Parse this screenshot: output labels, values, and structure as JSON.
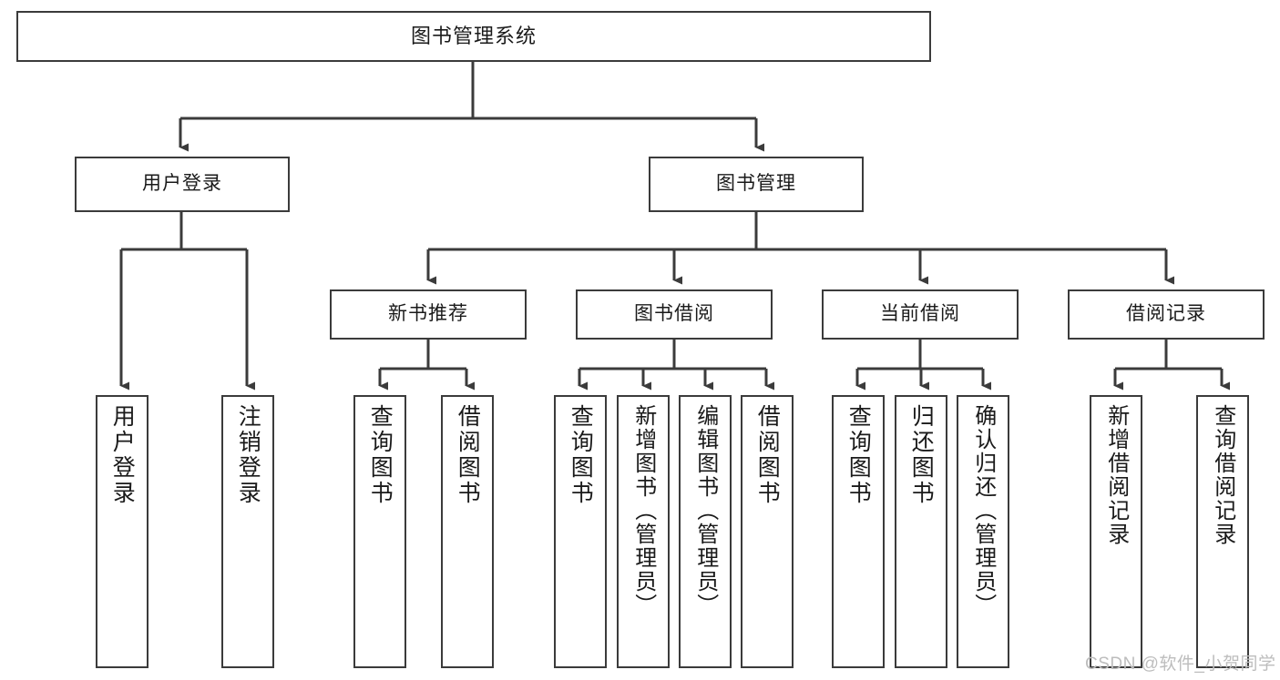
{
  "diagram": {
    "title": "图书管理系统",
    "type": "functional-structure-tree",
    "stroke_color": "#3b3b3b",
    "text_color": "#1a1a1a",
    "background_color": "#ffffff",
    "watermark_color": "#bdbdbd"
  },
  "watermark": {
    "text": "CSDN @软件_小贺同学"
  },
  "nodes": {
    "root": {
      "label": "图书管理系统"
    },
    "level2": [
      {
        "label": "用户登录"
      },
      {
        "label": "图书管理"
      }
    ],
    "level3": [
      {
        "label": "新书推荐"
      },
      {
        "label": "图书借阅"
      },
      {
        "label": "当前借阅"
      },
      {
        "label": "借阅记录"
      }
    ],
    "leaves_user_login": [
      {
        "label": "用户登录"
      },
      {
        "label": "注销登录"
      }
    ],
    "leaves_new_book": [
      {
        "label": "查询图书"
      },
      {
        "label": "借阅图书"
      }
    ],
    "leaves_borrow": [
      {
        "label": "查询图书"
      },
      {
        "label": "新增图书（管理员）"
      },
      {
        "label": "编辑图书（管理员）"
      },
      {
        "label": "借阅图书"
      }
    ],
    "leaves_current": [
      {
        "label": "查询图书"
      },
      {
        "label": "归还图书"
      },
      {
        "label": "确认归还（管理员）"
      }
    ],
    "leaves_records": [
      {
        "label": "新增借阅记录"
      },
      {
        "label": "查询借阅记录"
      }
    ]
  }
}
